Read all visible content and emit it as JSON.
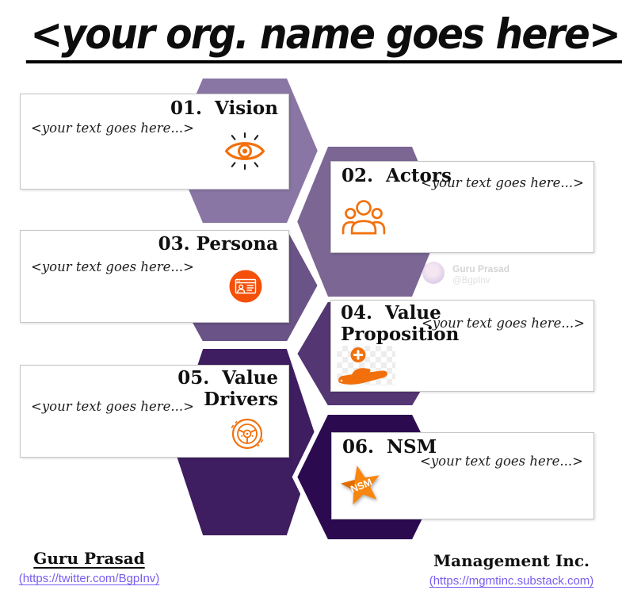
{
  "title": "<your org. name goes here>",
  "cards": [
    {
      "label": "01.  Vision",
      "placeholder": "<your text goes here...>",
      "icon": "eye-icon"
    },
    {
      "label": "02.  Actors",
      "placeholder": "<your text goes here...>",
      "icon": "people-group-icon"
    },
    {
      "label": "03. Persona",
      "placeholder": "<your text goes here...>",
      "icon": "persona-card-icon"
    },
    {
      "label": "04.  Value Proposition",
      "placeholder": "<your text goes here...>",
      "icon": "hand-plus-icon"
    },
    {
      "label": "05.  Value Drivers",
      "placeholder": "<your text goes here...>",
      "icon": "steering-wheel-icon"
    },
    {
      "label": "06.  NSM",
      "placeholder": "<your text goes here...>",
      "icon": "nsm-star-icon",
      "star_label": "NSM"
    }
  ],
  "watermark": {
    "name": "Guru Prasad",
    "handle": "@BgpInv"
  },
  "footer": {
    "author_name": "Guru Prasad",
    "author_link": "(https://twitter.com/BgpInv)",
    "org_name": "Management Inc.",
    "org_link": "(https://mgmtinc.substack.com)"
  },
  "colors": {
    "hexagons": [
      "#8a76a4",
      "#7b6694",
      "#6a5386",
      "#543672",
      "#3e1d61",
      "#2c0a50"
    ],
    "accent_orange": "#f2700c",
    "persona_orange": "#f4500a",
    "star_orange": "#f8860f",
    "star_shade": "#e06c00",
    "link_purple": "#7a5cf0"
  }
}
